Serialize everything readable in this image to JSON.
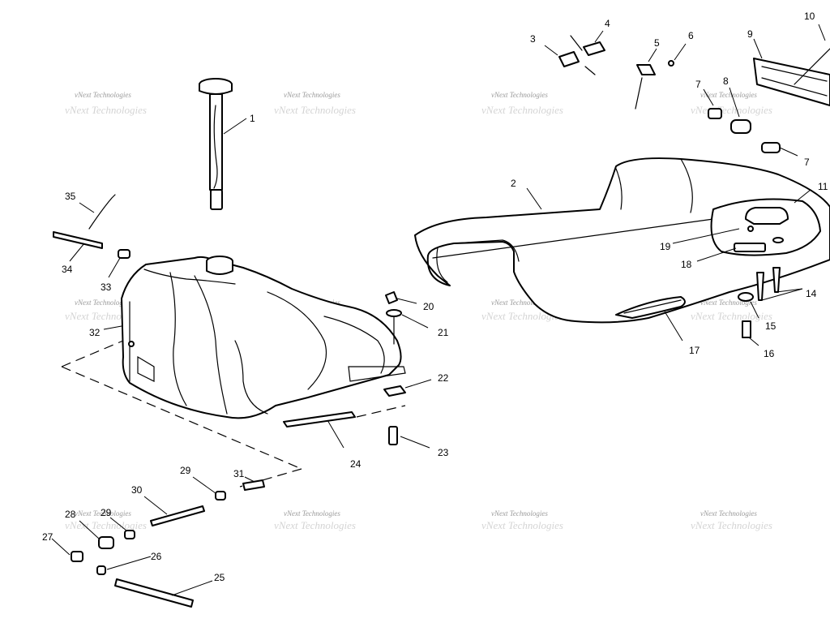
{
  "watermark": {
    "text": "vNext Technologies",
    "color": "#9a9a9a"
  },
  "callouts": {
    "c1": "1",
    "c2": "2",
    "c3": "3",
    "c4": "4",
    "c5": "5",
    "c6": "6",
    "c7a": "7",
    "c7b": "7",
    "c8": "8",
    "c9": "9",
    "c10": "10",
    "c11": "11",
    "c14": "14",
    "c15": "15",
    "c16": "16",
    "c17": "17",
    "c18": "18",
    "c19": "19",
    "c20": "20",
    "c21": "21",
    "c22": "22",
    "c23": "23",
    "c24": "24",
    "c25": "25",
    "c26": "26",
    "c27": "27",
    "c28": "28",
    "c29a": "29",
    "c29b": "29",
    "c30": "30",
    "c31": "31",
    "c32": "32",
    "c33": "33",
    "c34": "34",
    "c35": "35"
  }
}
